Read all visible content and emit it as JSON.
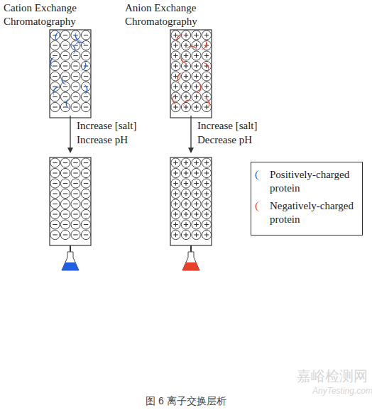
{
  "diagram": {
    "caption": "图 6 离子交换层析",
    "labels": [
      "Cation Exchange Chromatography",
      "Anion Exchange Chromatography",
      "Increase [salt]",
      "Increase pH",
      "Increase [salt]",
      "Decrease pH",
      "嘉峪检测网",
      "AnyTesting.com"
    ],
    "legend": [
      {
        "text": "Positively-charged protein",
        "color": "#1f5fe0"
      },
      {
        "text": "Negatively-charged protein",
        "color": "#e8412c"
      }
    ]
  }
}
